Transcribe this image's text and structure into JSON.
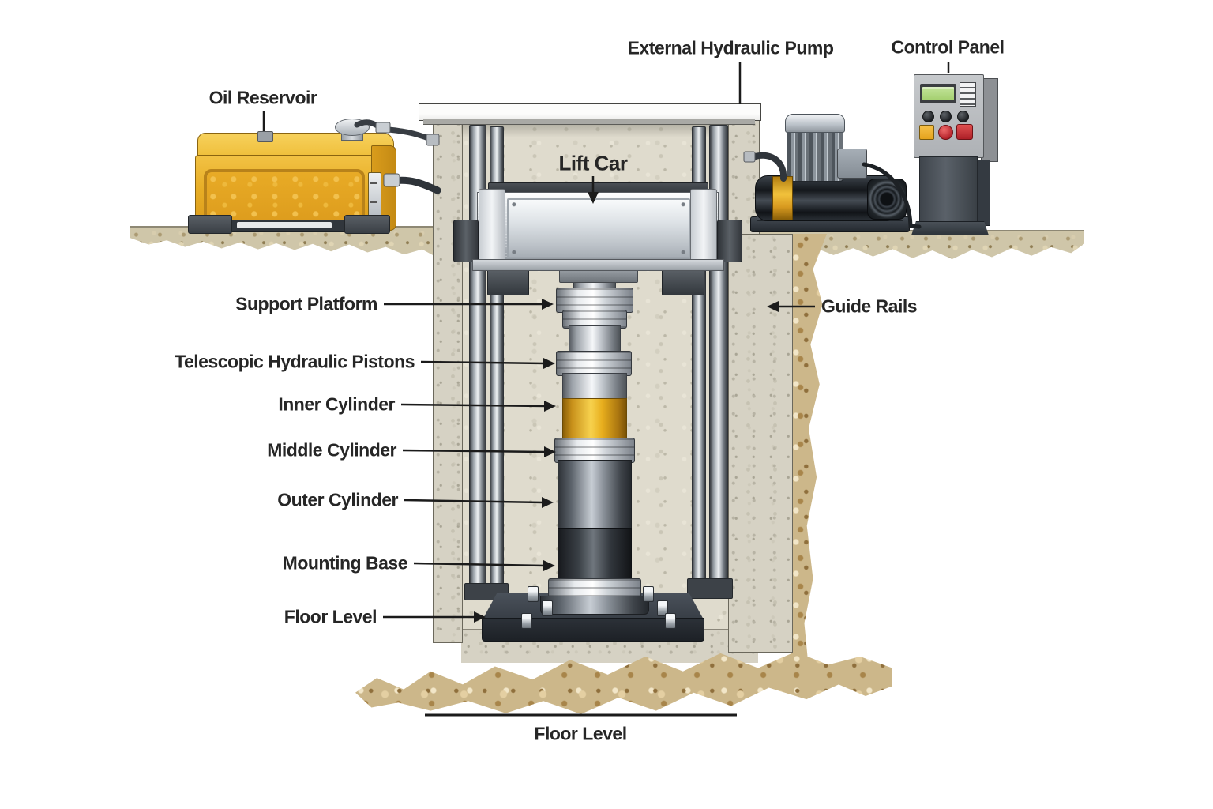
{
  "diagram": {
    "type": "hydraulic-lift-cutaway",
    "labels": {
      "oil_reservoir": "Oil Reservoir",
      "external_hydraulic_pump": "External Hydraulic Pump",
      "control_panel": "Control Panel",
      "lift_car": "Lift Car",
      "support_platform": "Support Platform",
      "telescopic_hydraulic_pistons": "Telescopic Hydraulic Pistons",
      "inner_cylinder": "Inner Cylinder",
      "middle_cylinder": "Middle Cylinder",
      "outer_cylinder": "Outer Cylinder",
      "mounting_base": "Mounting Base",
      "floor_level_left": "Floor Level",
      "guide_rails": "Guide Rails",
      "floor_level_bottom": "Floor Level"
    },
    "colors": {
      "label_text": "#262626",
      "leader_line": "#1b1b1b",
      "reservoir_yellow": "#e9b42d",
      "oil_amber": "#e2a41f",
      "gold_band": "#eab31f",
      "concrete": "#d6d2c4",
      "soil_tan": "#ccb78a",
      "steel_light": "#eef1f3",
      "steel_dark": "#4a5058",
      "pump_black": "#23272c",
      "lcd_green": "#b5dc8a",
      "button_yellow": "#f3b32c",
      "button_red": "#cc3238"
    }
  }
}
